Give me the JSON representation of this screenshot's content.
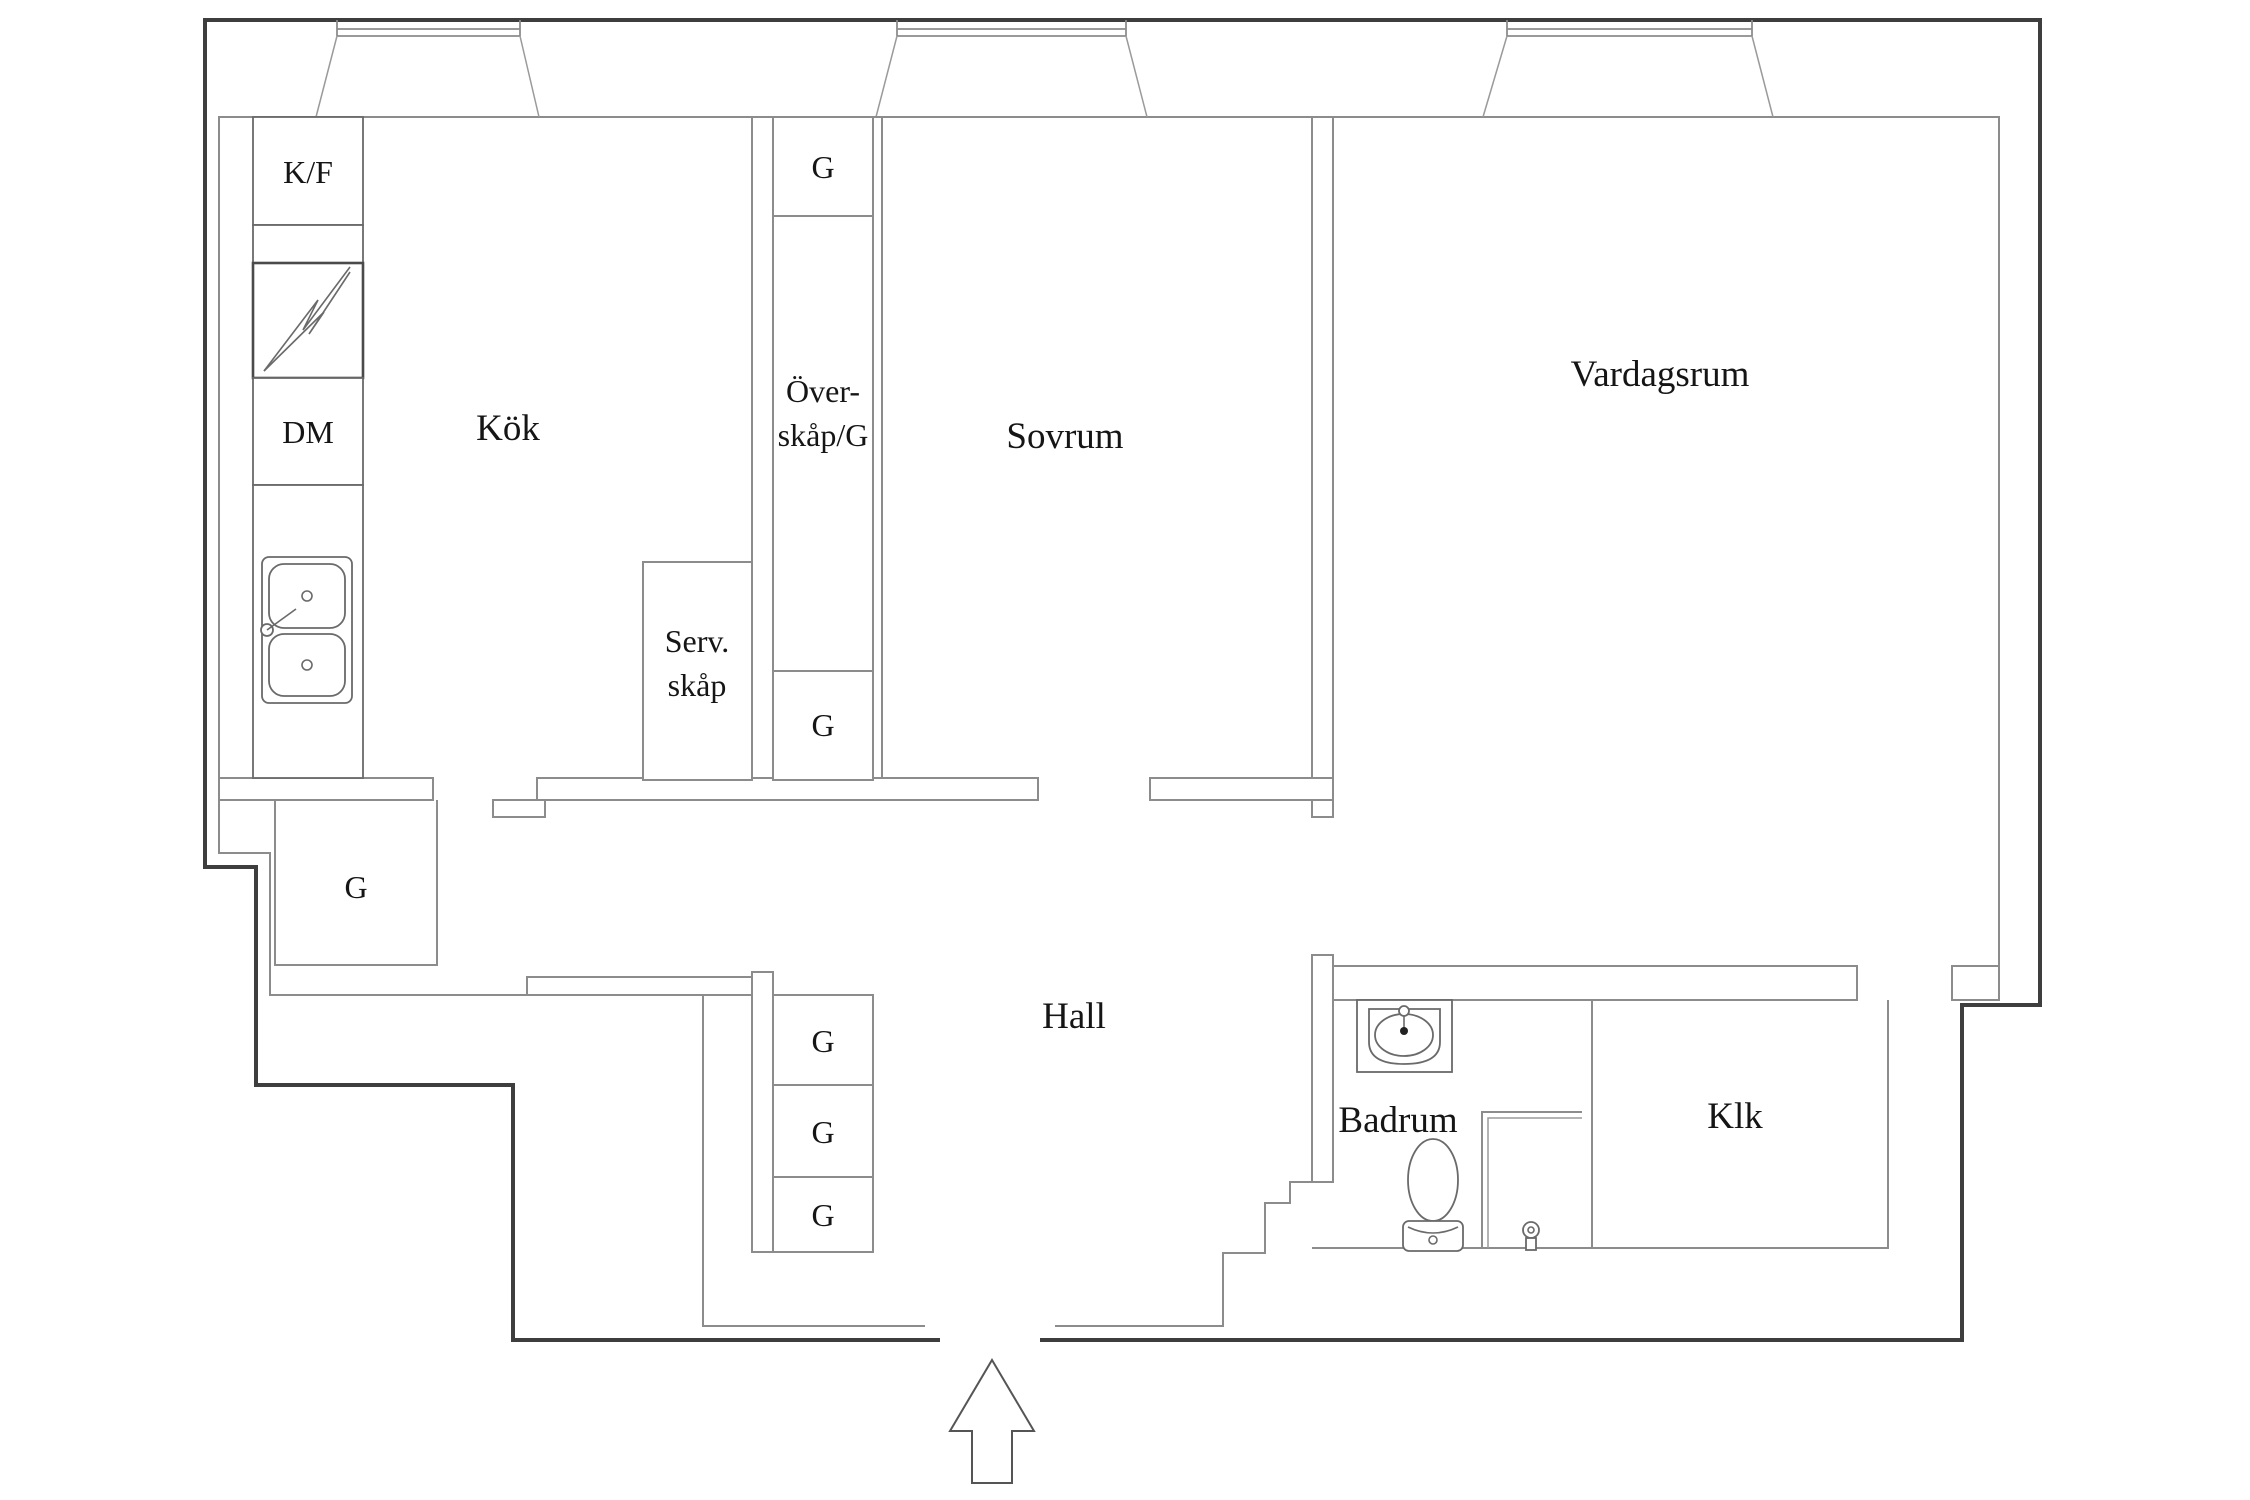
{
  "plan": {
    "type": "apartment-floor-plan",
    "language": "Swedish",
    "rooms": {
      "kitchen": "Kök",
      "bedroom": "Sovrum",
      "living_room": "Vardagsrum",
      "hall": "Hall",
      "bathroom": "Badrum",
      "walk_in_closet": "Klk"
    },
    "fixtures": {
      "fridge_freezer": "K/F",
      "dishwasher": "DM",
      "wardrobe": "G",
      "upper_cabinet": {
        "line1": "Över-",
        "line2": "skåp/G"
      },
      "serving_cabinet": {
        "line1": "Serv.",
        "line2": "skåp"
      }
    },
    "icons": [
      "stove-icon",
      "kitchen-sink-icon",
      "bathroom-sink-icon",
      "toilet-icon",
      "shower-icon",
      "window-bay-icon",
      "entrance-arrow-icon"
    ],
    "colors": {
      "background": "#ffffff",
      "outer_wall": "#3e3e3e",
      "inner_wall": "#8c8c8c",
      "fixture_line": "#6a6a6a",
      "text": "#151515"
    }
  }
}
